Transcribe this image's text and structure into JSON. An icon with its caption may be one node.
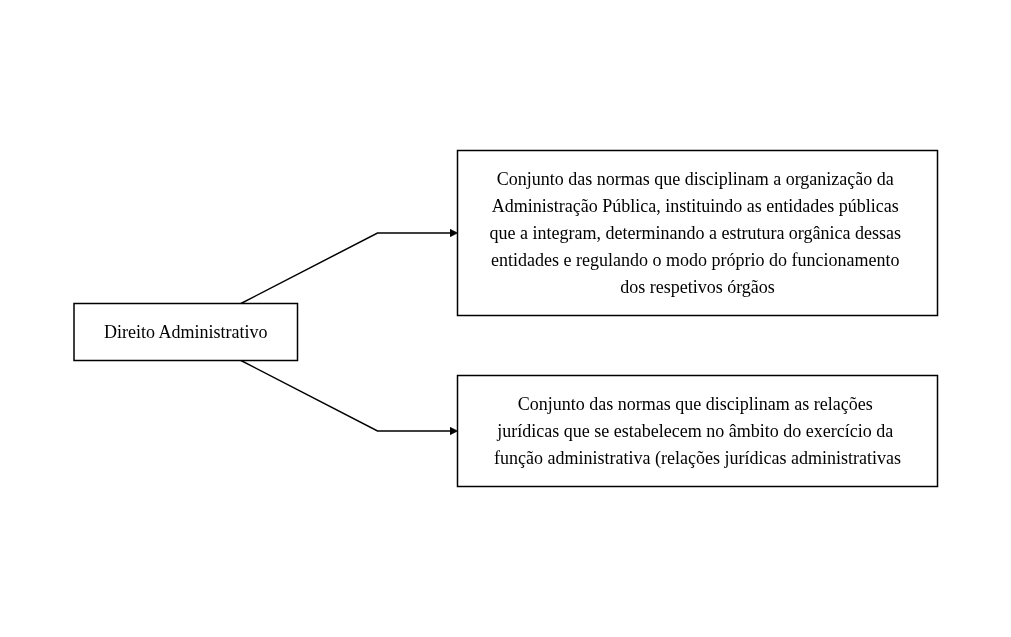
{
  "diagram": {
    "nodes": [
      {
        "text": [
          "Direito Administrativo"
        ]
      },
      {
        "text": [
          "Conjunto das normas que disciplinam a organização da Administração Pública, instituindo as entidades públicas que a integram, determinando a estrutura orgânica dessas entidades e regulando o modo próprio do funcionamento dos respetivos órgãos"
        ]
      },
      {
        "text": [
          "Conjunto das normas que disciplinam as relações jurídicas que se estabelecem no âmbito do exercício da função administrativa (relações jurídicas administrativas"
        ]
      }
    ],
    "edges": [
      {
        "from": 0,
        "to": 1,
        "arrow": "to"
      },
      {
        "from": 0,
        "to": 2,
        "arrow": "to"
      }
    ]
  }
}
